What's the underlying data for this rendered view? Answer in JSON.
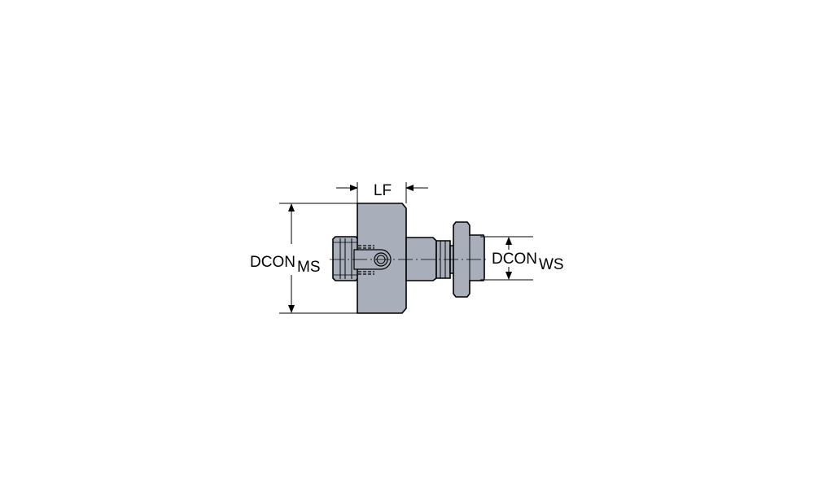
{
  "labels": {
    "lf": "LF",
    "dcon_ms_main": "DCON",
    "dcon_ms_sub": "MS",
    "dcon_ws_main": "DCON",
    "dcon_ws_sub": "WS"
  },
  "colors": {
    "part_fill": "#a8afba",
    "line": "#000000"
  }
}
